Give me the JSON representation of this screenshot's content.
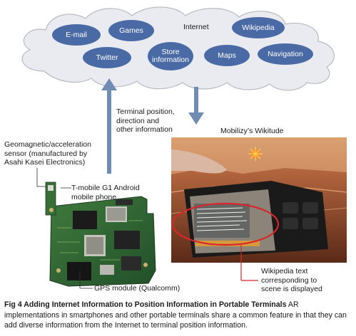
{
  "cloud": {
    "title": "Internet",
    "services": [
      {
        "label": "E-mail"
      },
      {
        "label": "Games"
      },
      {
        "label": "Wikipedia"
      },
      {
        "label": "Twitter"
      },
      {
        "label": "Store\ninformation"
      },
      {
        "label": "Maps"
      },
      {
        "label": "Navigation"
      }
    ],
    "bubble_color": "#4a6aa6",
    "cloud_color": "#e9ebf0"
  },
  "arrows": {
    "up_label": "Terminal position,\ndirection and\nother information",
    "color": "#6f8db3"
  },
  "left_panel": {
    "sensor_label": "Geomagnetic/acceleration\nsensor (manufactured by\nAsahi Kasei Electronics)",
    "phone_label": "T-mobile G1 Android\nmobile phone",
    "gps_label": "GPS module (Qualcomm)"
  },
  "right_panel": {
    "app_title": "Mobilizy’s Wikitude",
    "callout_label": "Wikipedia text\ncorresponding to\nscene is displayed"
  },
  "caption": {
    "title": "Fig 4  Adding Internet Information to Position Information in Portable Terminals",
    "body": "  AR implementations in smartphones and other portable terminals share a common feature in that they can add diverse information from the Internet to terminal position information."
  }
}
